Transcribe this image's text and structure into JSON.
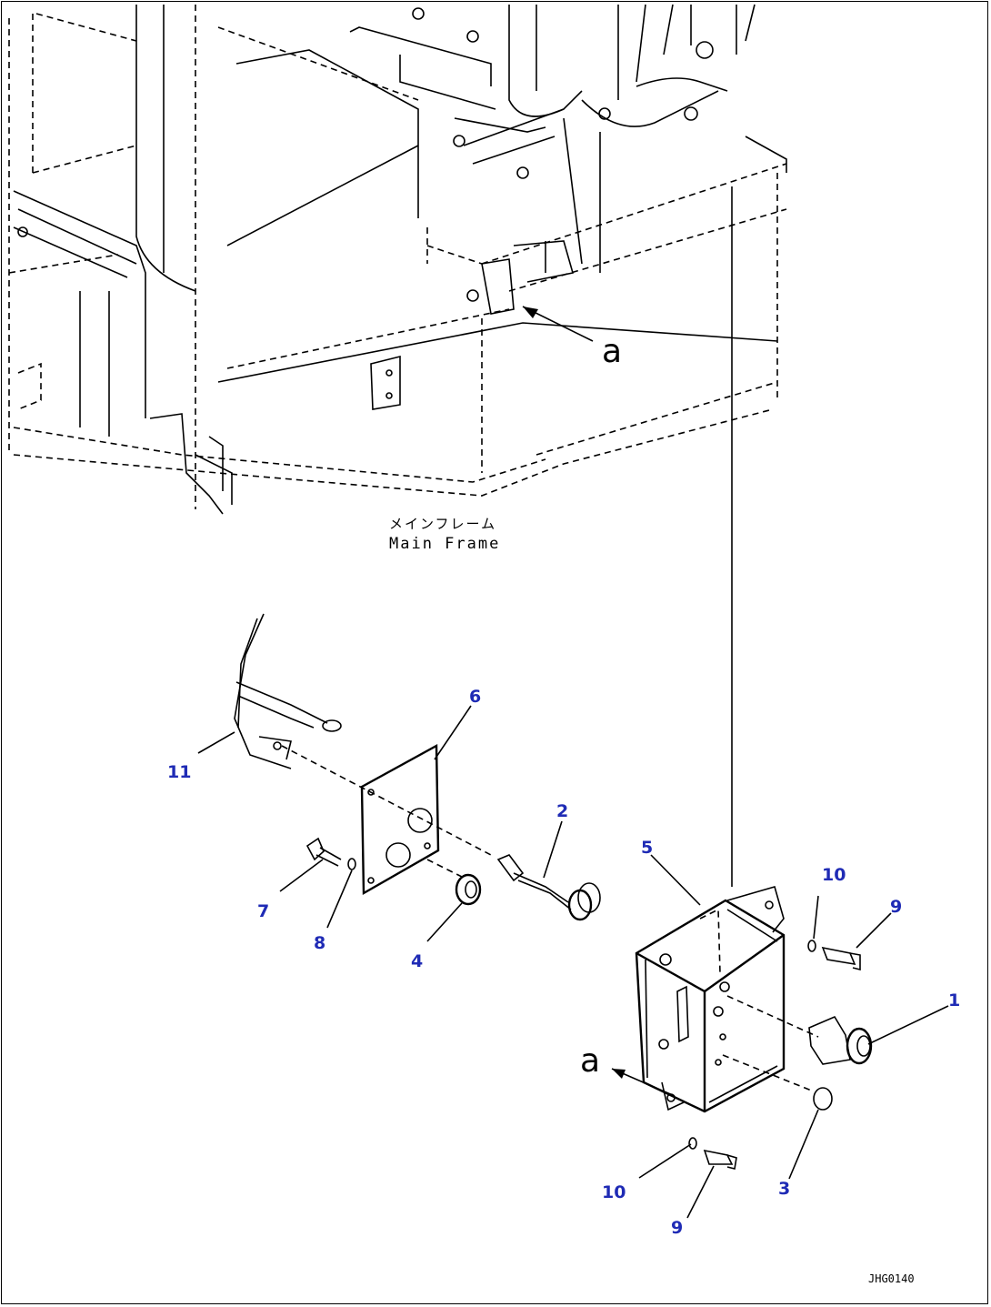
{
  "frame_label": {
    "japanese": "メインフレーム",
    "english": "Main Frame"
  },
  "view_letter": "a",
  "drawing_code": "JHG0140",
  "callouts": {
    "c1": "1",
    "c2": "2",
    "c3": "3",
    "c4": "4",
    "c5": "5",
    "c6": "6",
    "c7": "7",
    "c8": "8",
    "c9a": "9",
    "c9b": "9",
    "c10a": "10",
    "c10b": "10",
    "c11": "11"
  },
  "colors": {
    "callout": "#1f2bb5",
    "line": "#000000",
    "background": "#ffffff"
  }
}
